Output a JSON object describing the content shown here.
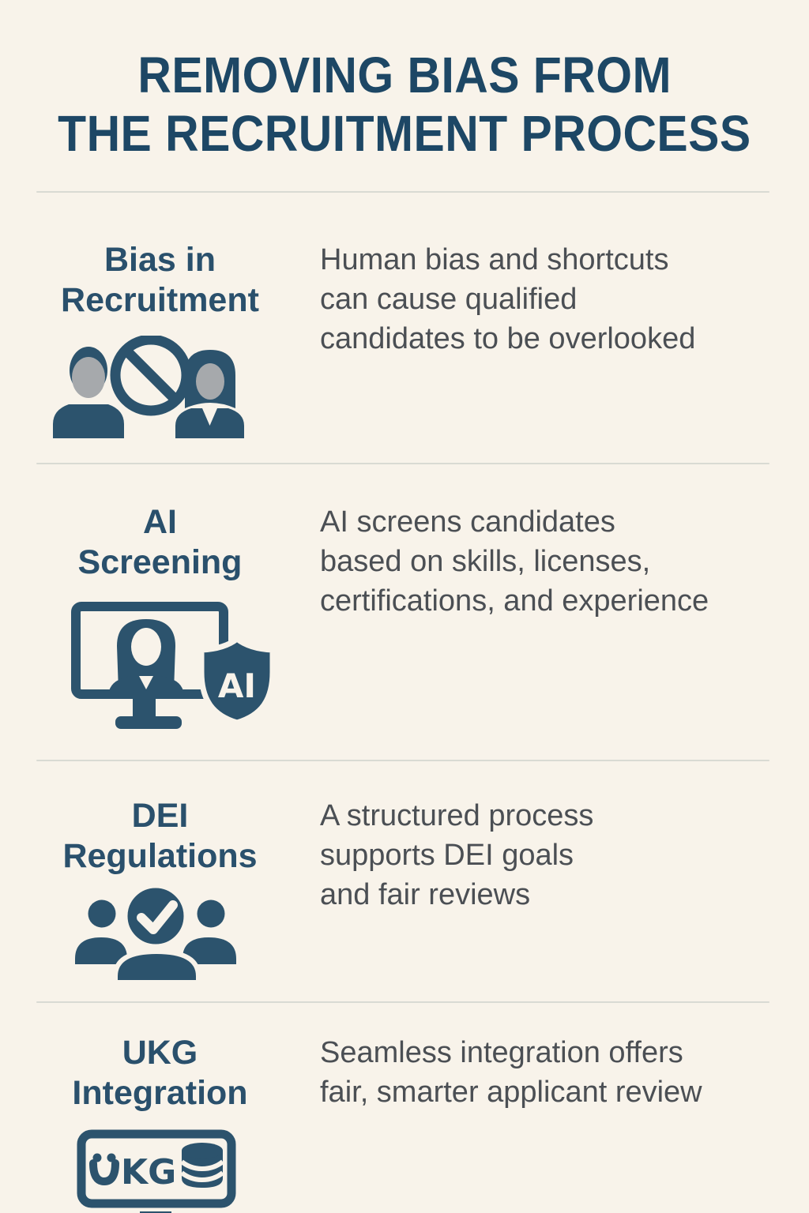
{
  "title": {
    "line1": "REMOVING BIAS FROM",
    "line2": "THE RECRUITMENT PROCESS"
  },
  "colors": {
    "background": "#f8f3ea",
    "title_blue": "#1d4765",
    "heading_blue": "#2a506c",
    "icon_blue": "#2c536d",
    "body_gray": "#4b4f54",
    "face_gray": "#a6a9ac",
    "divider_gray": "#d9dad3"
  },
  "sections": [
    {
      "id": "bias-in-recruitment",
      "heading_lines": [
        "Bias in",
        "Recruitment"
      ],
      "icon": "no-bias-people-icon",
      "description_lines": [
        "Human bias and shortcuts",
        "can cause qualified",
        "candidates to be overlooked"
      ]
    },
    {
      "id": "ai-screening",
      "heading_lines": [
        "AI",
        "Screening"
      ],
      "icon": "monitor-candidate-ai-shield-icon",
      "shield_label": "AI",
      "description_lines": [
        "AI screens candidates",
        "based on skills, licenses,",
        "certifications, and experience"
      ]
    },
    {
      "id": "dei-regulations",
      "heading_lines": [
        "DEI",
        "Regulations"
      ],
      "icon": "group-checkmark-icon",
      "description_lines": [
        "A structured process",
        "supports DEI goals",
        "and fair reviews"
      ]
    },
    {
      "id": "ukg-integration",
      "heading_lines": [
        "UKG",
        "Integration"
      ],
      "icon": "ukg-logo-database-icon",
      "logo_text_kg": "KG",
      "description_lines": [
        "Seamless integration offers",
        "fair, smarter applicant review"
      ]
    }
  ]
}
